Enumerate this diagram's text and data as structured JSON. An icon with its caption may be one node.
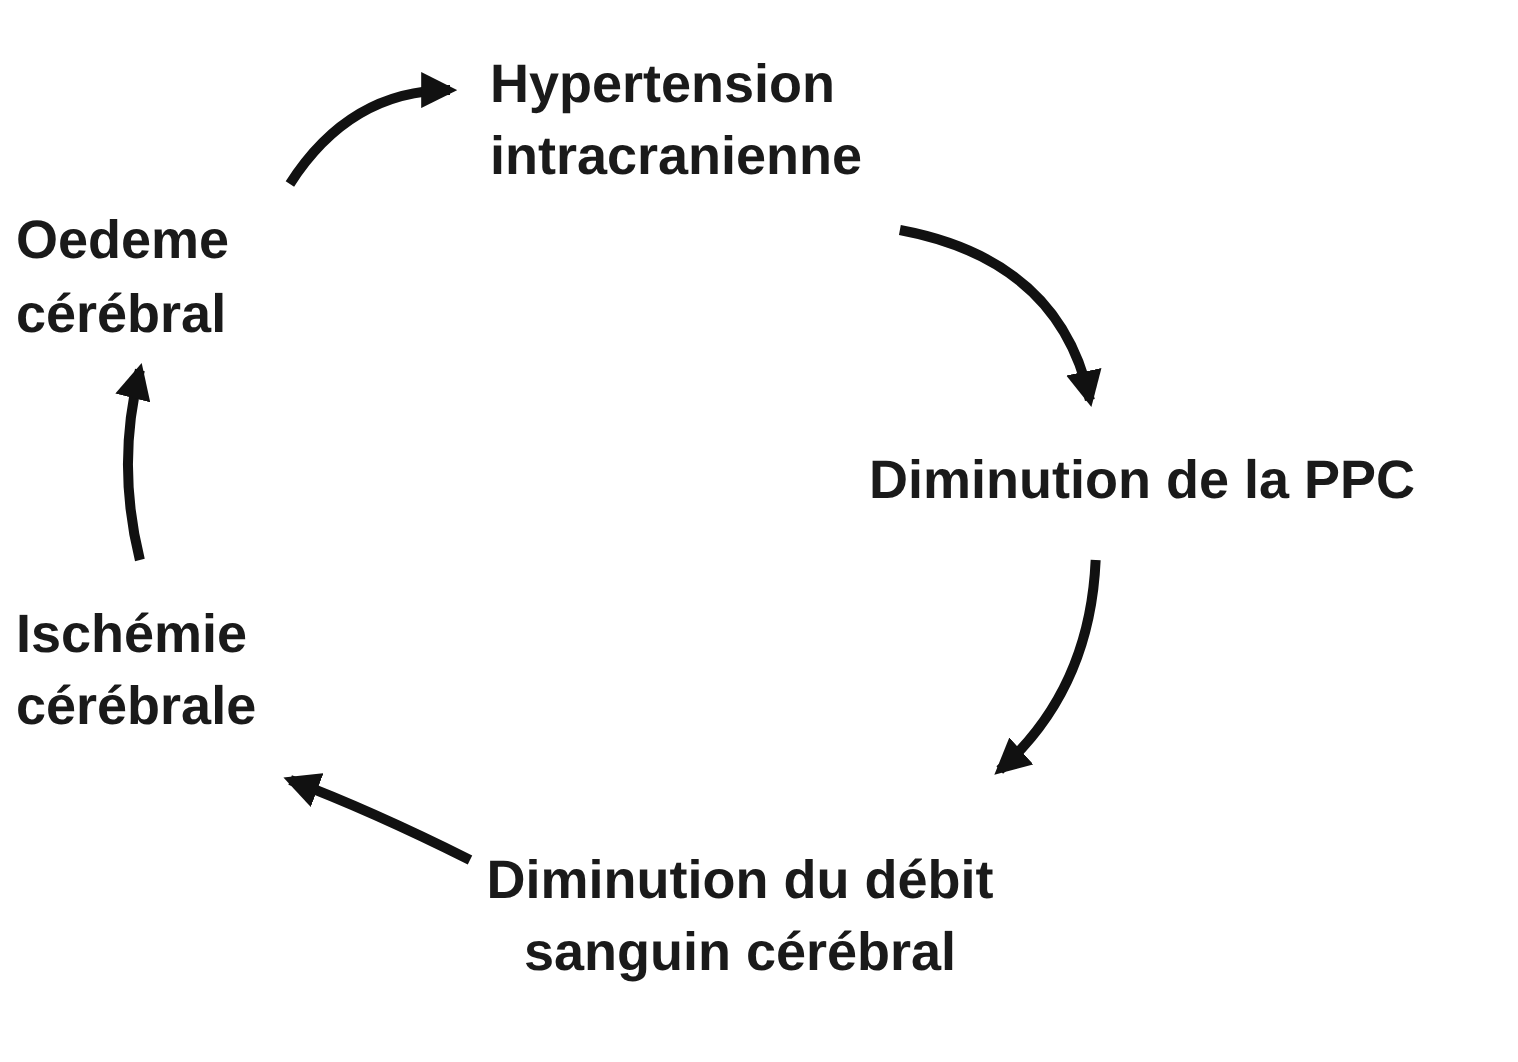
{
  "diagram": {
    "nodes": [
      {
        "text": [
          "Hypertension intracranienne"
        ]
      },
      {
        "text": [
          "Diminution de la PPC"
        ]
      },
      {
        "text": [
          "Diminution du débit sanguin cérébral"
        ]
      },
      {
        "text": [
          "Ischémie cérébrale"
        ]
      },
      {
        "text": [
          "Oedeme cérébral"
        ]
      }
    ],
    "edges": [
      {
        "from": 4,
        "to": 0,
        "arrow": "to"
      },
      {
        "from": 0,
        "to": 1,
        "arrow": "to"
      },
      {
        "from": 1,
        "to": 2,
        "arrow": "to"
      },
      {
        "from": 2,
        "to": 3,
        "arrow": "to"
      },
      {
        "from": 3,
        "to": 4,
        "arrow": "to"
      }
    ]
  }
}
